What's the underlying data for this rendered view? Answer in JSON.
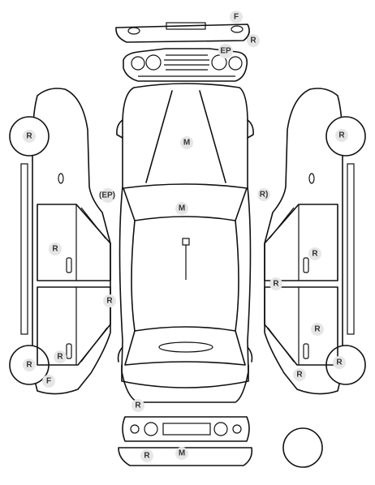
{
  "codes": {
    "f": "F",
    "r": "R",
    "ep": "EP",
    "m": "M",
    "side_ep": "EP",
    "side_r": "R"
  },
  "legend_circle": ""
}
